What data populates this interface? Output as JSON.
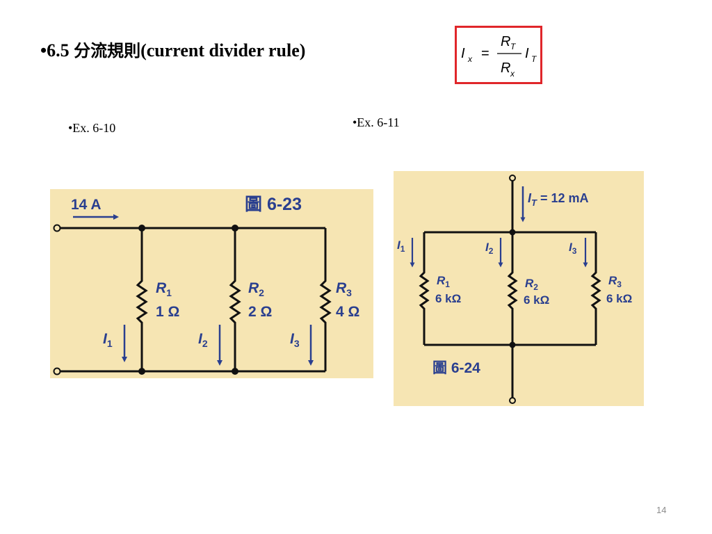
{
  "slide": {
    "bullet": "•",
    "title_num": "6.5 ",
    "title_cjk": "分流規則",
    "title_en": "(current divider rule)",
    "page_number": "14"
  },
  "formula": {
    "lhs": "I",
    "lhs_sub": "x",
    "equals": "=",
    "num": "R",
    "num_sub": "T",
    "den": "R",
    "den_sub": "x",
    "rhs": "I",
    "rhs_sub": "T"
  },
  "examples": {
    "ex1": "•Ex. 6-10",
    "ex2": "•Ex. 6-11"
  },
  "figure_6_23": {
    "source_current": "14 A",
    "caption": "圖 6-23",
    "resistors": [
      {
        "name": "R",
        "sub": "1",
        "value": "1 Ω",
        "current": "I",
        "current_sub": "1"
      },
      {
        "name": "R",
        "sub": "2",
        "value": "2 Ω",
        "current": "I",
        "current_sub": "2"
      },
      {
        "name": "R",
        "sub": "3",
        "value": "4 Ω",
        "current": "I",
        "current_sub": "3"
      }
    ]
  },
  "figure_6_24": {
    "total_current_label": "I",
    "total_current_sub": "T",
    "total_current_value": " = 12 mA",
    "caption": "圖 6-24",
    "resistors": [
      {
        "name": "R",
        "sub": "1",
        "value": "6 kΩ",
        "current": "I",
        "current_sub": "1"
      },
      {
        "name": "R",
        "sub": "2",
        "value": "6 kΩ",
        "current": "I",
        "current_sub": "2"
      },
      {
        "name": "R",
        "sub": "3",
        "value": "6 kΩ",
        "current": "I",
        "current_sub": "3"
      }
    ]
  },
  "colors": {
    "formula_border": "#e0262a",
    "figure_background": "#f6e5b3",
    "circuit_arrow": "#2a3f8f",
    "circuit_wire": "#111111"
  }
}
